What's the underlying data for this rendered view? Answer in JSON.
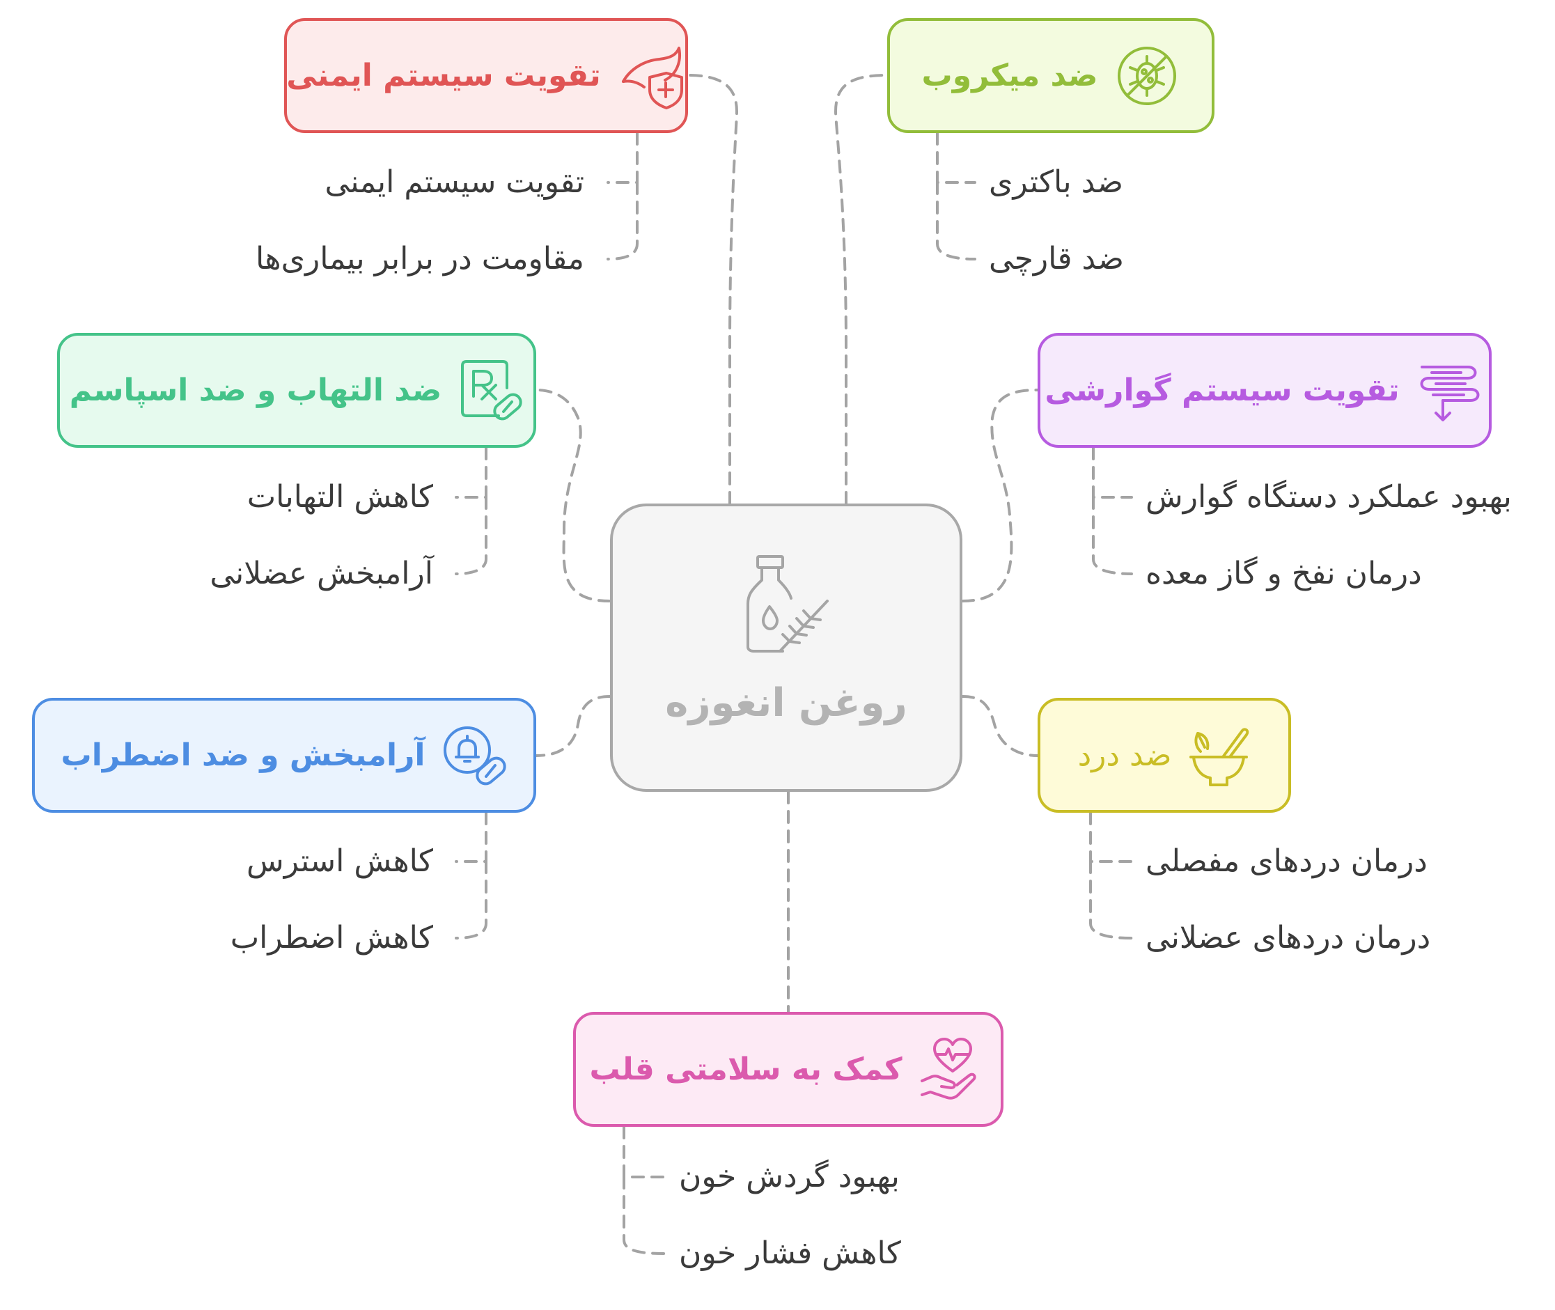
{
  "center": {
    "title": "روغن انغوزه",
    "icon": "oil-bottle-herb-icon"
  },
  "branches": [
    {
      "key": "immune",
      "title": "تقویت سیستم ایمنی",
      "icon": "hand-leaf-shield-icon",
      "color": "#e05555",
      "fill": "#fdebeb",
      "items": [
        "تقویت سیستم ایمنی",
        "مقاومت در برابر بیماری‌ها"
      ]
    },
    {
      "key": "antimicrobial",
      "title": "ضد میکروب",
      "icon": "virus-no-icon",
      "color": "#92bd3a",
      "fill": "#f3fbdf",
      "items": [
        "ضد باکتری",
        "ضد قارچی"
      ]
    },
    {
      "key": "antiinflammatory",
      "title": "ضد التهاب و ضد اسپاسم",
      "icon": "prescription-pill-icon",
      "color": "#44c389",
      "fill": "#e6faee",
      "items": [
        "کاهش التهابات",
        "آرامبخش عضلانی"
      ]
    },
    {
      "key": "digestive",
      "title": "تقویت سیستم گوارشی",
      "icon": "digestion-flow-icon",
      "color": "#b65be0",
      "fill": "#f6eafc",
      "items": [
        "بهبود عملکرد دستگاه گوارش",
        "درمان نفخ و گاز معده"
      ]
    },
    {
      "key": "sedative",
      "title": "آرامبخش و ضد اضطراب",
      "icon": "alarm-pill-icon",
      "color": "#4d8de2",
      "fill": "#eaf3fe",
      "items": [
        "کاهش استرس",
        "کاهش اضطراب"
      ]
    },
    {
      "key": "painkiller",
      "title": "ضد درد",
      "icon": "mortar-pestle-icon",
      "color": "#c9bd25",
      "fill": "#fefbd8",
      "items": [
        "درمان دردهای مفصلی",
        "درمان دردهای عضلانی"
      ]
    },
    {
      "key": "heart",
      "title": "کمک به سلامتی قلب",
      "icon": "hand-heart-pulse-icon",
      "color": "#db5aad",
      "fill": "#fdeaf5",
      "items": [
        "بهبود گردش خون",
        "کاهش فشار خون"
      ]
    }
  ]
}
